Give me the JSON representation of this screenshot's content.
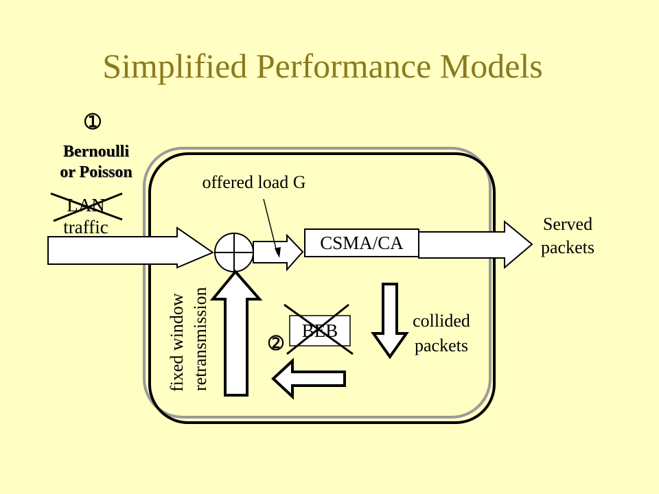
{
  "slide": {
    "title": "Simplified Performance Models",
    "background_color": "#FFFFC4",
    "title_color": "#8B7A1E"
  },
  "diagram": {
    "marker_1": "➀",
    "marker_2": "➁",
    "source_label": "Bernoulli\nor Poisson",
    "crossed_out_label": "LAN\ntraffic",
    "offered_load_label": "offered load G",
    "protocol_block": "CSMA/CA",
    "output_label": "Served\npackets",
    "collided_label": "collided\npackets",
    "backoff_block": "BEB",
    "retransmission_label": [
      "fixed window",
      "retransmission"
    ]
  }
}
